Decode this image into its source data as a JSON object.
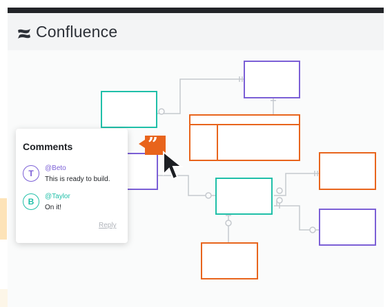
{
  "app": {
    "title": "Confluence",
    "logo_icon": "confluence-logo-icon"
  },
  "colors": {
    "teal": "#1fbfa8",
    "purple": "#7b5fd6",
    "orange": "#e8641c",
    "connector": "#c5c9ce"
  },
  "comments_panel": {
    "title": "Comments",
    "comments": [
      {
        "initial": "T",
        "author": "@Beto",
        "text": "This is ready to build."
      },
      {
        "initial": "B",
        "author": "@Taylor",
        "text": "On it!"
      }
    ],
    "reply_label": "Reply"
  },
  "badge_icon": "quote-comment-icon",
  "cursor_icon": "mouse-pointer-icon"
}
